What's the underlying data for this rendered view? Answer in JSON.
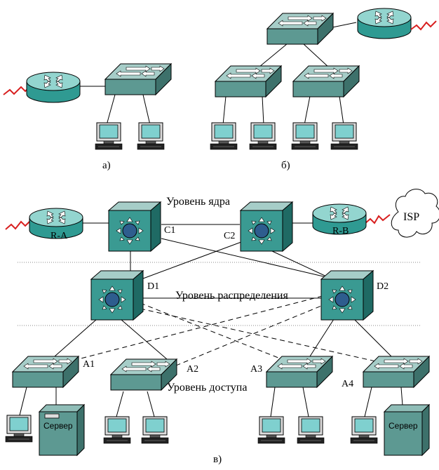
{
  "captions": {
    "a": "а)",
    "b": "б)",
    "c": "в)"
  },
  "layers": {
    "core": "Уровень ядра",
    "distribution": "Уровень распределения",
    "access": "Уровень доступа"
  },
  "routers": {
    "ra": "R-A",
    "rb": "R-B"
  },
  "cloud": "ISP",
  "l3switches": {
    "c1": "C1",
    "c2": "C2",
    "d1": "D1",
    "d2": "D2"
  },
  "access_switches": {
    "a1": "A1",
    "a2": "A2",
    "a3": "A3",
    "a4": "A4"
  },
  "servers": {
    "s1": "Сервер",
    "s2": "Сервер"
  },
  "colors": {
    "device": "#5f9a94",
    "device_top": "#9fc9c3",
    "router": "#48b5ae",
    "monitor": "#7fcfcf",
    "accent_wan": "#d81f1f"
  }
}
